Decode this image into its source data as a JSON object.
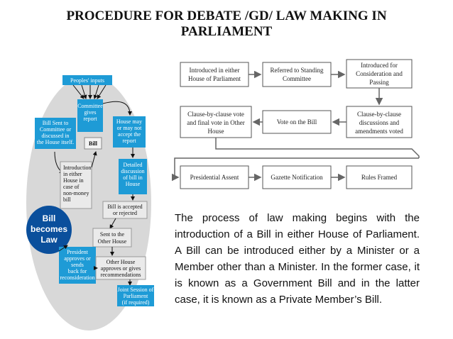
{
  "title": {
    "line1": "PROCEDURE FOR DEBATE /GD/ LAW MAKING IN",
    "line2": "PARLIAMENT"
  },
  "left_diagram": {
    "peoples_inputs": "Peoples' inputs",
    "committee": [
      "Committee",
      "gives",
      "report"
    ],
    "bill_sent": [
      "Bill Sent to",
      "Committee or",
      "discussed in",
      "the House itself."
    ],
    "bill": "Bill",
    "house_may": [
      "House may",
      "or may not",
      "accept the",
      "report"
    ],
    "introduction": [
      "Introduction",
      "in either",
      "House in",
      "case of",
      "non-money",
      "bill"
    ],
    "detailed": [
      "Detailed",
      "discussion",
      "of bill in",
      "House"
    ],
    "bill_accepted": [
      "Bill is accepted",
      "or rejected"
    ],
    "bill_becomes_law": [
      "Bill",
      "becomes",
      "Law"
    ],
    "sent_other": [
      "Sent to the",
      "Other House"
    ],
    "president": [
      "President",
      "approves or",
      "sends",
      "back for",
      "reconsideration"
    ],
    "other_house": [
      "Other House",
      "approves or gives",
      "recommendations"
    ],
    "joint_session": [
      "Joint Session of",
      "Parliament",
      "(if required)"
    ]
  },
  "flow": {
    "row1": [
      [
        "Introduced in either",
        "House of Parliament"
      ],
      [
        "Referred to Standing",
        "Committee"
      ],
      [
        "Introduced for",
        "Consideration and",
        "Passing"
      ]
    ],
    "row2": [
      [
        "Clause-by-clause vote",
        "and final vote in Other",
        "House"
      ],
      [
        "Vote on the Bill"
      ],
      [
        "Clause-by-clause",
        "discussions and",
        "amendments voted"
      ]
    ],
    "row3": [
      [
        "Presidential Assent"
      ],
      [
        "Gazette Notification"
      ],
      [
        "Rules Framed"
      ]
    ]
  },
  "paragraph": "The process of law making begins with the introduction of a Bill in either House of Parliament. A Bill can be introduced either by a Minister or a Member other than a Minister. In the former case, it is known as a Government Bill and in the latter case, it is known as a Private Member’s Bill.",
  "colors": {
    "box_blue": "#1e9bd6",
    "dark_blue": "#0a4f9c",
    "ellipse": "#d8d8d8",
    "flow_border": "#555555"
  }
}
